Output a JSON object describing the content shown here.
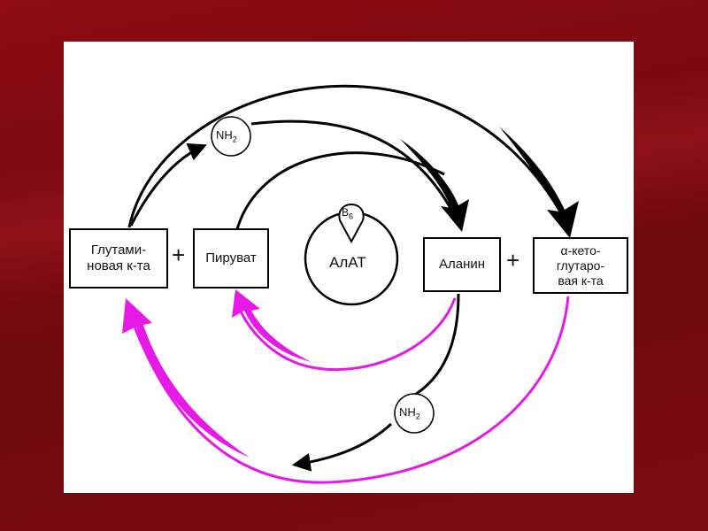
{
  "diagram": {
    "boxes": {
      "glutamate": [
        "Глутами-",
        "новая к-та"
      ],
      "pyruvate": [
        "Пируват"
      ],
      "alanine": [
        "Аланин"
      ],
      "ketoglutarate": [
        "α-кето-",
        "глутаро-",
        "вая к-та"
      ]
    },
    "plus_sign": "+",
    "enzyme_label": "АлАТ",
    "cofactor": {
      "main": "B",
      "sub": "6"
    },
    "amine_group": {
      "main": "NH",
      "sub": "2"
    },
    "colors": {
      "forward_arrows": "#000000",
      "reverse_arrows": "#e619e6",
      "slide_background": "#7a0a10"
    }
  }
}
